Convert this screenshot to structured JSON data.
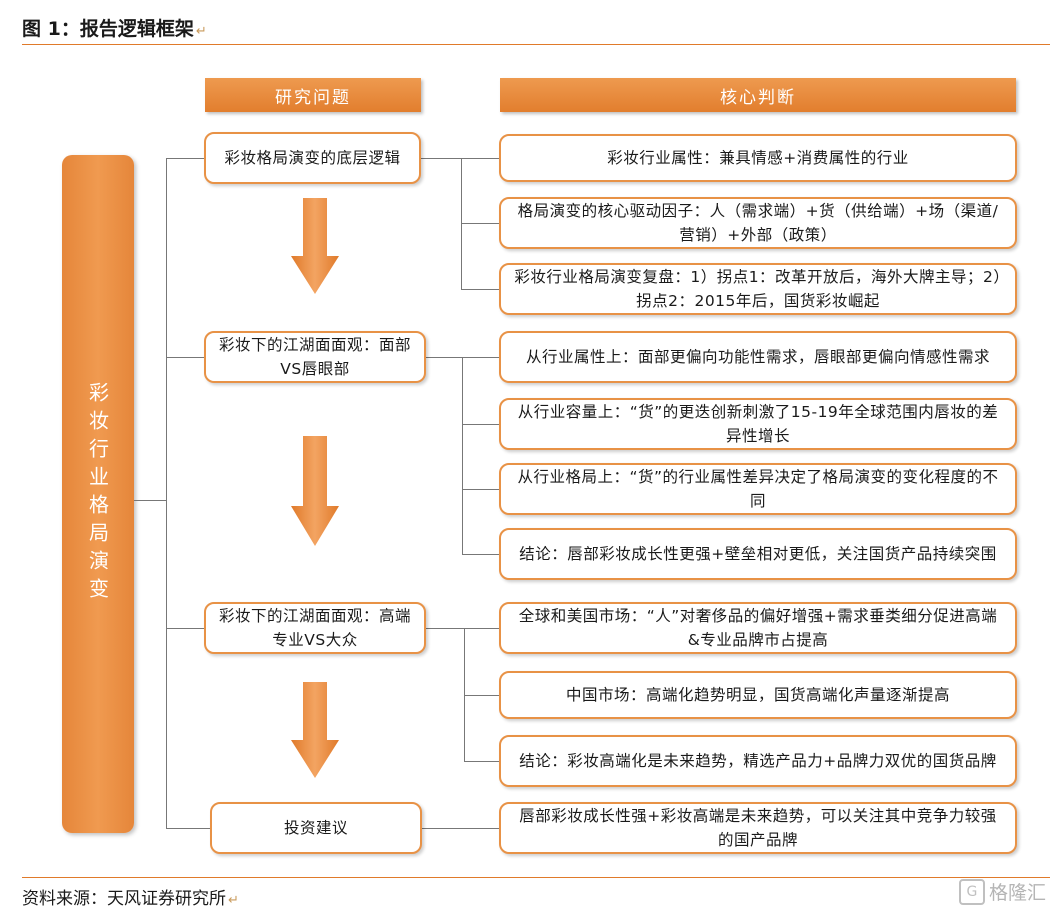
{
  "figure": {
    "title": "图 1：报告逻辑框架",
    "return_mark": "↵",
    "source": "资料来源：天风证券研究所",
    "watermark": "格隆汇",
    "watermark_logo": "G"
  },
  "headers": {
    "left": "研究问题",
    "right": "核心判断"
  },
  "main_topic": "彩妆行业格局演变",
  "questions": [
    "彩妆格局演变的底层逻辑",
    "彩妆下的江湖面面观：面部VS唇眼部",
    "彩妆下的江湖面面观：高端专业VS大众",
    "投资建议"
  ],
  "judgments": [
    "彩妆行业属性：兼具情感+消费属性的行业",
    "格局演变的核心驱动因子：人（需求端）+货（供给端）+场（渠道/营销）+外部（政策）",
    "彩妆行业格局演变复盘：1）拐点1：改革开放后，海外大牌主导；2）拐点2：2015年后，国货彩妆崛起",
    "从行业属性上：面部更偏向功能性需求，唇眼部更偏向情感性需求",
    "从行业容量上：“货”的更迭创新刺激了15-19年全球范围内唇妆的差异性增长",
    "从行业格局上：“货”的行业属性差异决定了格局演变的变化程度的不同",
    "结论：唇部彩妆成长性更强+壁垒相对更低，关注国货产品持续突围",
    "全球和美国市场：“人”对奢侈品的偏好增强+需求垂类细分促进高端&专业品牌市占提高",
    "中国市场：高端化趋势明显，国货高端化声量逐渐提高",
    "结论：彩妆高端化是未来趋势，精选产品力+品牌力双优的国货品牌",
    "唇部彩妆成长性强+彩妆高端是未来趋势，可以关注其中竞争力较强的国产品牌"
  ],
  "colors": {
    "accent": "#e8893a",
    "connector": "#777777"
  }
}
